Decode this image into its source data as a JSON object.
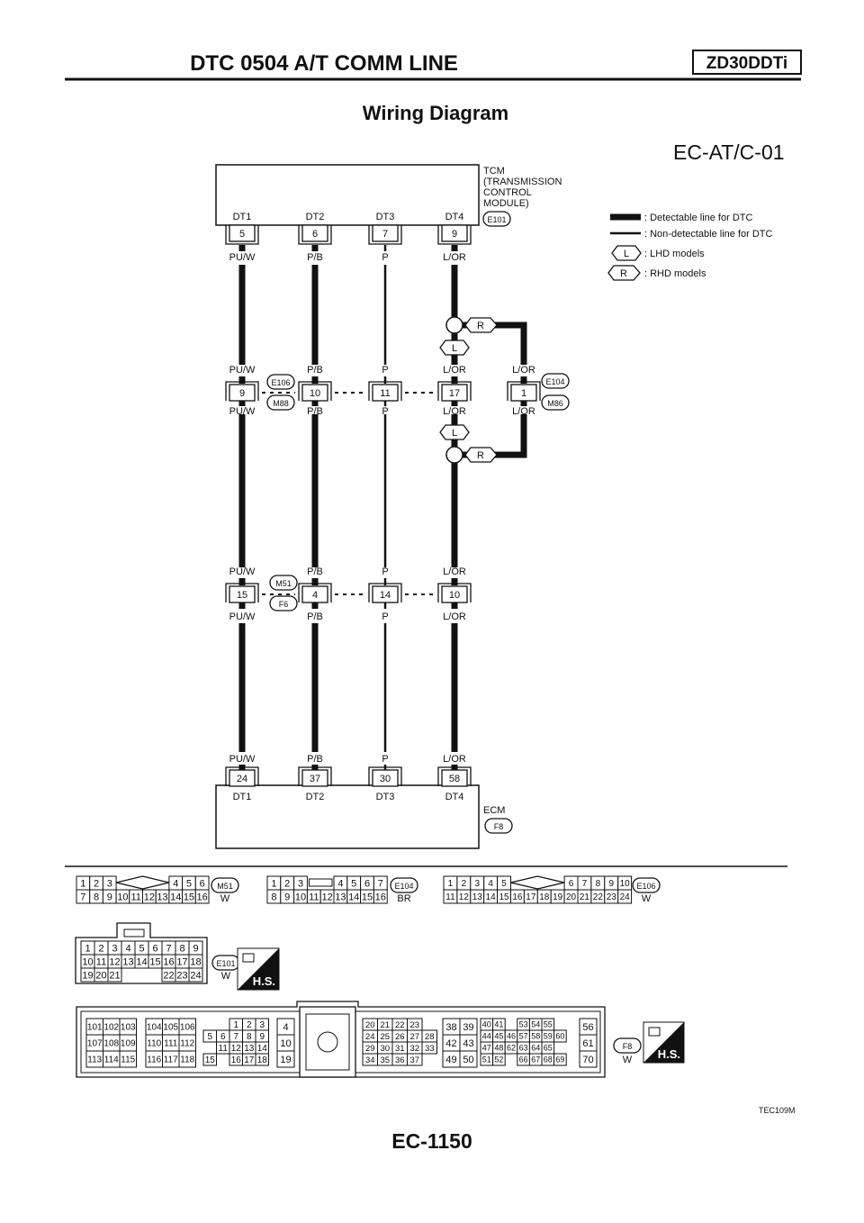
{
  "header": {
    "title": "DTC 0504 A/T COMM LINE",
    "engine_badge": "ZD30DDTi"
  },
  "diagram_title": "Wiring Diagram",
  "diagram_code": "EC-AT/C-01",
  "tcm": {
    "label_lines": [
      "TCM",
      "(TRANSMISSION",
      " CONTROL",
      " MODULE)"
    ],
    "connector": "E101",
    "terminals": [
      "DT1",
      "DT2",
      "DT3",
      "DT4"
    ],
    "pins": [
      "5",
      "6",
      "7",
      "9"
    ]
  },
  "ecm": {
    "label": "ECM",
    "connector": "F8",
    "terminals": [
      "DT1",
      "DT2",
      "DT3",
      "DT4"
    ],
    "pins": [
      "24",
      "37",
      "30",
      "58"
    ]
  },
  "wires": [
    {
      "color": "PU/W",
      "detectable": true
    },
    {
      "color": "P/B",
      "detectable": true
    },
    {
      "color": "P",
      "detectable": false
    },
    {
      "color": "L/OR",
      "detectable": true
    }
  ],
  "junction1": {
    "connector_top": "E106",
    "connector_bottom": "M88",
    "pins": [
      "9",
      "10",
      "11",
      "17"
    ],
    "side_connector_top": "E104",
    "side_connector_bottom": "M86",
    "side_pin": "1",
    "side_wire": "L/OR"
  },
  "junction2": {
    "connector_top": "M51",
    "connector_bottom": "F6",
    "pins": [
      "15",
      "4",
      "14",
      "10"
    ]
  },
  "model_tags": {
    "lhd": "L",
    "rhd": "R"
  },
  "legend": {
    "detectable": ": Detectable line for DTC",
    "non_detectable": ": Non-detectable line for DTC",
    "lhd": ": LHD models",
    "rhd": ": RHD models",
    "lhd_tag": "L",
    "rhd_tag": "R"
  },
  "connector_faces": {
    "M51": {
      "name": "M51",
      "color": "W",
      "rows": [
        [
          "1",
          "2",
          "3",
          null,
          null,
          null,
          null,
          "4",
          "5",
          "6"
        ],
        [
          "7",
          "8",
          "9",
          "10",
          "11",
          "12",
          "13",
          "14",
          "15",
          "16"
        ]
      ]
    },
    "E104": {
      "name": "E104",
      "color": "BR",
      "rows": [
        [
          "1",
          "2",
          "3",
          null,
          null,
          "4",
          "5",
          "6",
          "7"
        ],
        [
          "8",
          "9",
          "10",
          "11",
          "12",
          "13",
          "14",
          "15",
          "16"
        ]
      ]
    },
    "E106": {
      "name": "E106",
      "color": "W",
      "rows": [
        [
          "1",
          "2",
          "3",
          "4",
          "5",
          null,
          null,
          null,
          null,
          "6",
          "7",
          "8",
          "9",
          "10"
        ],
        [
          "11",
          "12",
          "13",
          "14",
          "15",
          "16",
          "17",
          "18",
          "19",
          "20",
          "21",
          "22",
          "23",
          "24"
        ]
      ]
    },
    "E101": {
      "name": "E101",
      "color": "W",
      "rows": [
        [
          "1",
          "2",
          "3",
          "4",
          "5",
          "6",
          "7",
          "8",
          "9"
        ],
        [
          "10",
          "11",
          "12",
          "13",
          "14",
          "15",
          "16",
          "17",
          "18"
        ],
        [
          "19",
          "20",
          "21",
          null,
          null,
          null,
          "22",
          "23",
          "24"
        ]
      ]
    },
    "F8": {
      "name": "F8",
      "color": "W",
      "groups": [
        [
          [
            "101",
            "102",
            "103"
          ],
          [
            "107",
            "108",
            "109"
          ],
          [
            "113",
            "114",
            "115"
          ]
        ],
        [
          [
            "104",
            "105",
            "106"
          ],
          [
            "110",
            "111",
            "112"
          ],
          [
            "116",
            "117",
            "118"
          ]
        ],
        [
          [
            null,
            null,
            "1",
            "2",
            "3"
          ],
          [
            "5",
            "6",
            "7",
            "8",
            "9"
          ],
          [
            null,
            "11",
            "12",
            "13",
            "14"
          ],
          [
            "15",
            null,
            "16",
            "17",
            "18"
          ]
        ],
        [
          [
            "4"
          ],
          [
            "10"
          ],
          [
            "19"
          ]
        ],
        [
          [
            "20",
            "21",
            "22",
            "23",
            null
          ],
          [
            "24",
            "25",
            "26",
            "27",
            "28"
          ],
          [
            "29",
            "30",
            "31",
            "32",
            "33"
          ],
          [
            "34",
            "35",
            "36",
            "37",
            null
          ]
        ],
        [
          [
            "38",
            "39"
          ],
          [
            "42",
            "43"
          ],
          [
            "49",
            "50"
          ]
        ],
        [
          [
            "40",
            "41",
            null,
            "53",
            "54",
            "55",
            null
          ],
          [
            "44",
            "45",
            "46",
            "57",
            "58",
            "59",
            "60"
          ],
          [
            "47",
            "48",
            "62",
            "63",
            "64",
            "65",
            null
          ],
          [
            "51",
            "52",
            null,
            "66",
            "67",
            "68",
            "69"
          ]
        ],
        [
          [
            "56"
          ],
          [
            "61"
          ],
          [
            "70"
          ]
        ]
      ]
    }
  },
  "harness_icon_label": "H.S.",
  "figure_code": "TEC109M",
  "page_number": "EC-1150"
}
